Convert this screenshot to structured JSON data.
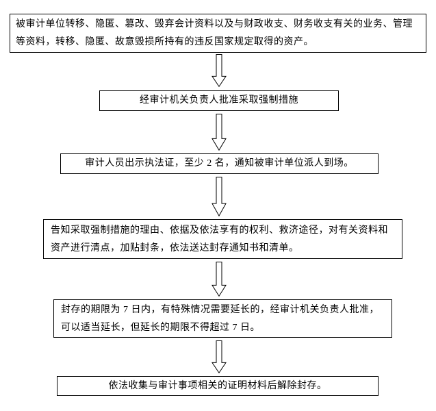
{
  "diagram": {
    "type": "flowchart",
    "direction": "top-down",
    "connector_style": "hollow-outline-down-arrow",
    "colors": {
      "background": "#ffffff",
      "box_border": "#000000",
      "text": "#000000"
    },
    "steps": [
      {
        "id": 1,
        "text": "被审计单位转移、隐匿、篡改、毁弃会计资料以及与财政收支、财务收支有关的业务、管理等资料，转移、隐匿、故意毁损所持有的违反国家规定取得的资产。"
      },
      {
        "id": 2,
        "text": "经审计机关负责人批准采取强制措施"
      },
      {
        "id": 3,
        "text": "审计人员出示执法证，至少 2 名，通知被审计单位派人到场。"
      },
      {
        "id": 4,
        "text": "告知采取强制措施的理由、依据及依法享有的权利、救济途径，对有关资料和资产进行清点，加贴封条，依法送达封存通知书和清单。"
      },
      {
        "id": 5,
        "text": "封存的期限为 7 日内，有特殊情况需要延长的，经审计机关负责人批准，可以适当延长，但延长的期限不得超过 7 日。"
      },
      {
        "id": 6,
        "text": "依法收集与审计事项相关的证明材料后解除封存。"
      }
    ]
  }
}
